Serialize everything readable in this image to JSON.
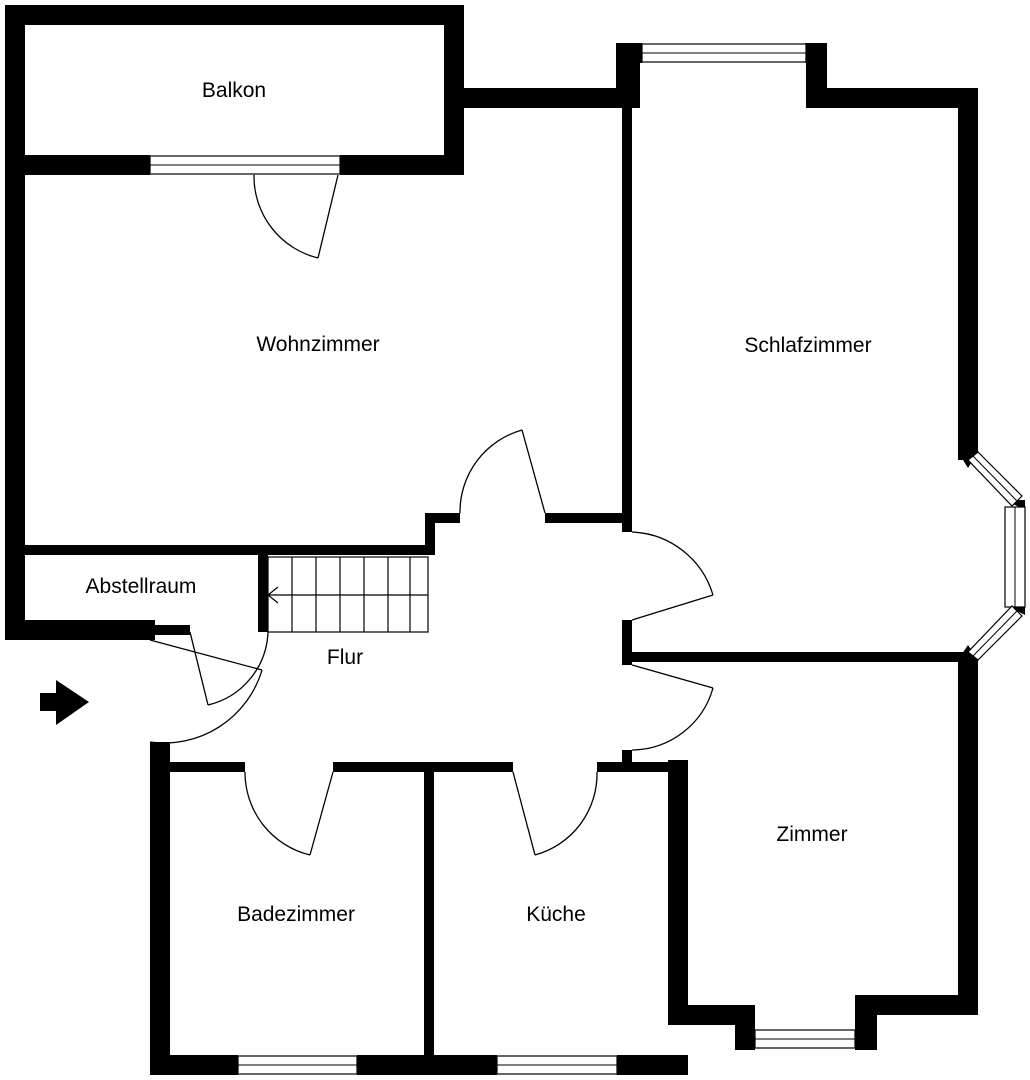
{
  "rooms": {
    "balkon": "Balkon",
    "wohnzimmer": "Wohnzimmer",
    "schlafzimmer": "Schlafzimmer",
    "abstellraum": "Abstellraum",
    "flur": "Flur",
    "zimmer": "Zimmer",
    "badezimmer": "Badezimmer",
    "kueche": "Küche"
  },
  "colors": {
    "wall": "#000000",
    "background": "#ffffff"
  },
  "icons": {
    "entrance": "entrance-arrow-icon"
  }
}
